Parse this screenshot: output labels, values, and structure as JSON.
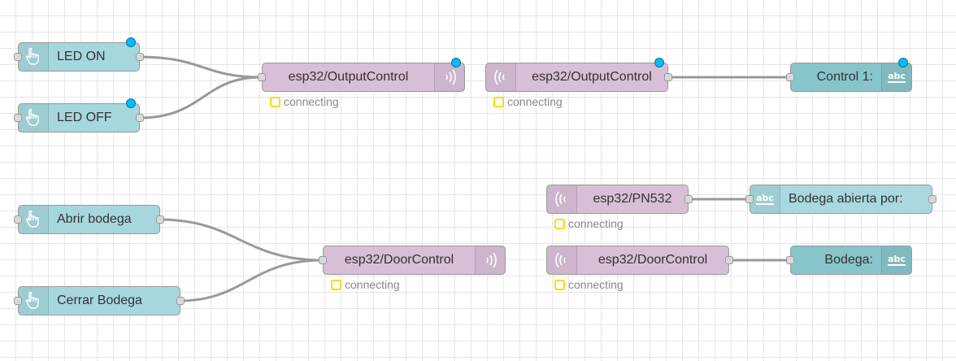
{
  "flow": {
    "inject_nodes": [
      {
        "label": "LED ON"
      },
      {
        "label": "LED OFF"
      },
      {
        "label": "Abrir bodega"
      },
      {
        "label": "Cerrar Bodega"
      }
    ],
    "mqtt_out_nodes": [
      {
        "label": "esp32/OutputControl",
        "status": "connecting"
      },
      {
        "label": "esp32/DoorControl",
        "status": "connecting"
      }
    ],
    "mqtt_in_nodes": [
      {
        "label": "esp32/OutputControl",
        "status": "connecting"
      },
      {
        "label": "esp32/PN532",
        "status": "connecting"
      },
      {
        "label": "esp32/DoorControl",
        "status": "connecting"
      }
    ],
    "text_nodes": [
      {
        "label": "Control 1:"
      },
      {
        "label": "Bodega abierta por:"
      },
      {
        "label": "Bodega:"
      }
    ],
    "icons": {
      "inject": "hand-pointer-icon",
      "mqtt": "radio-waves-icon",
      "text": "abc-text-icon"
    },
    "colors": {
      "inject": "#a6d7dd",
      "mqtt": "#d8bfd8",
      "text": "#87c5cb",
      "status_connecting": "#ffd700",
      "changed_dot": "#00bcff"
    }
  }
}
